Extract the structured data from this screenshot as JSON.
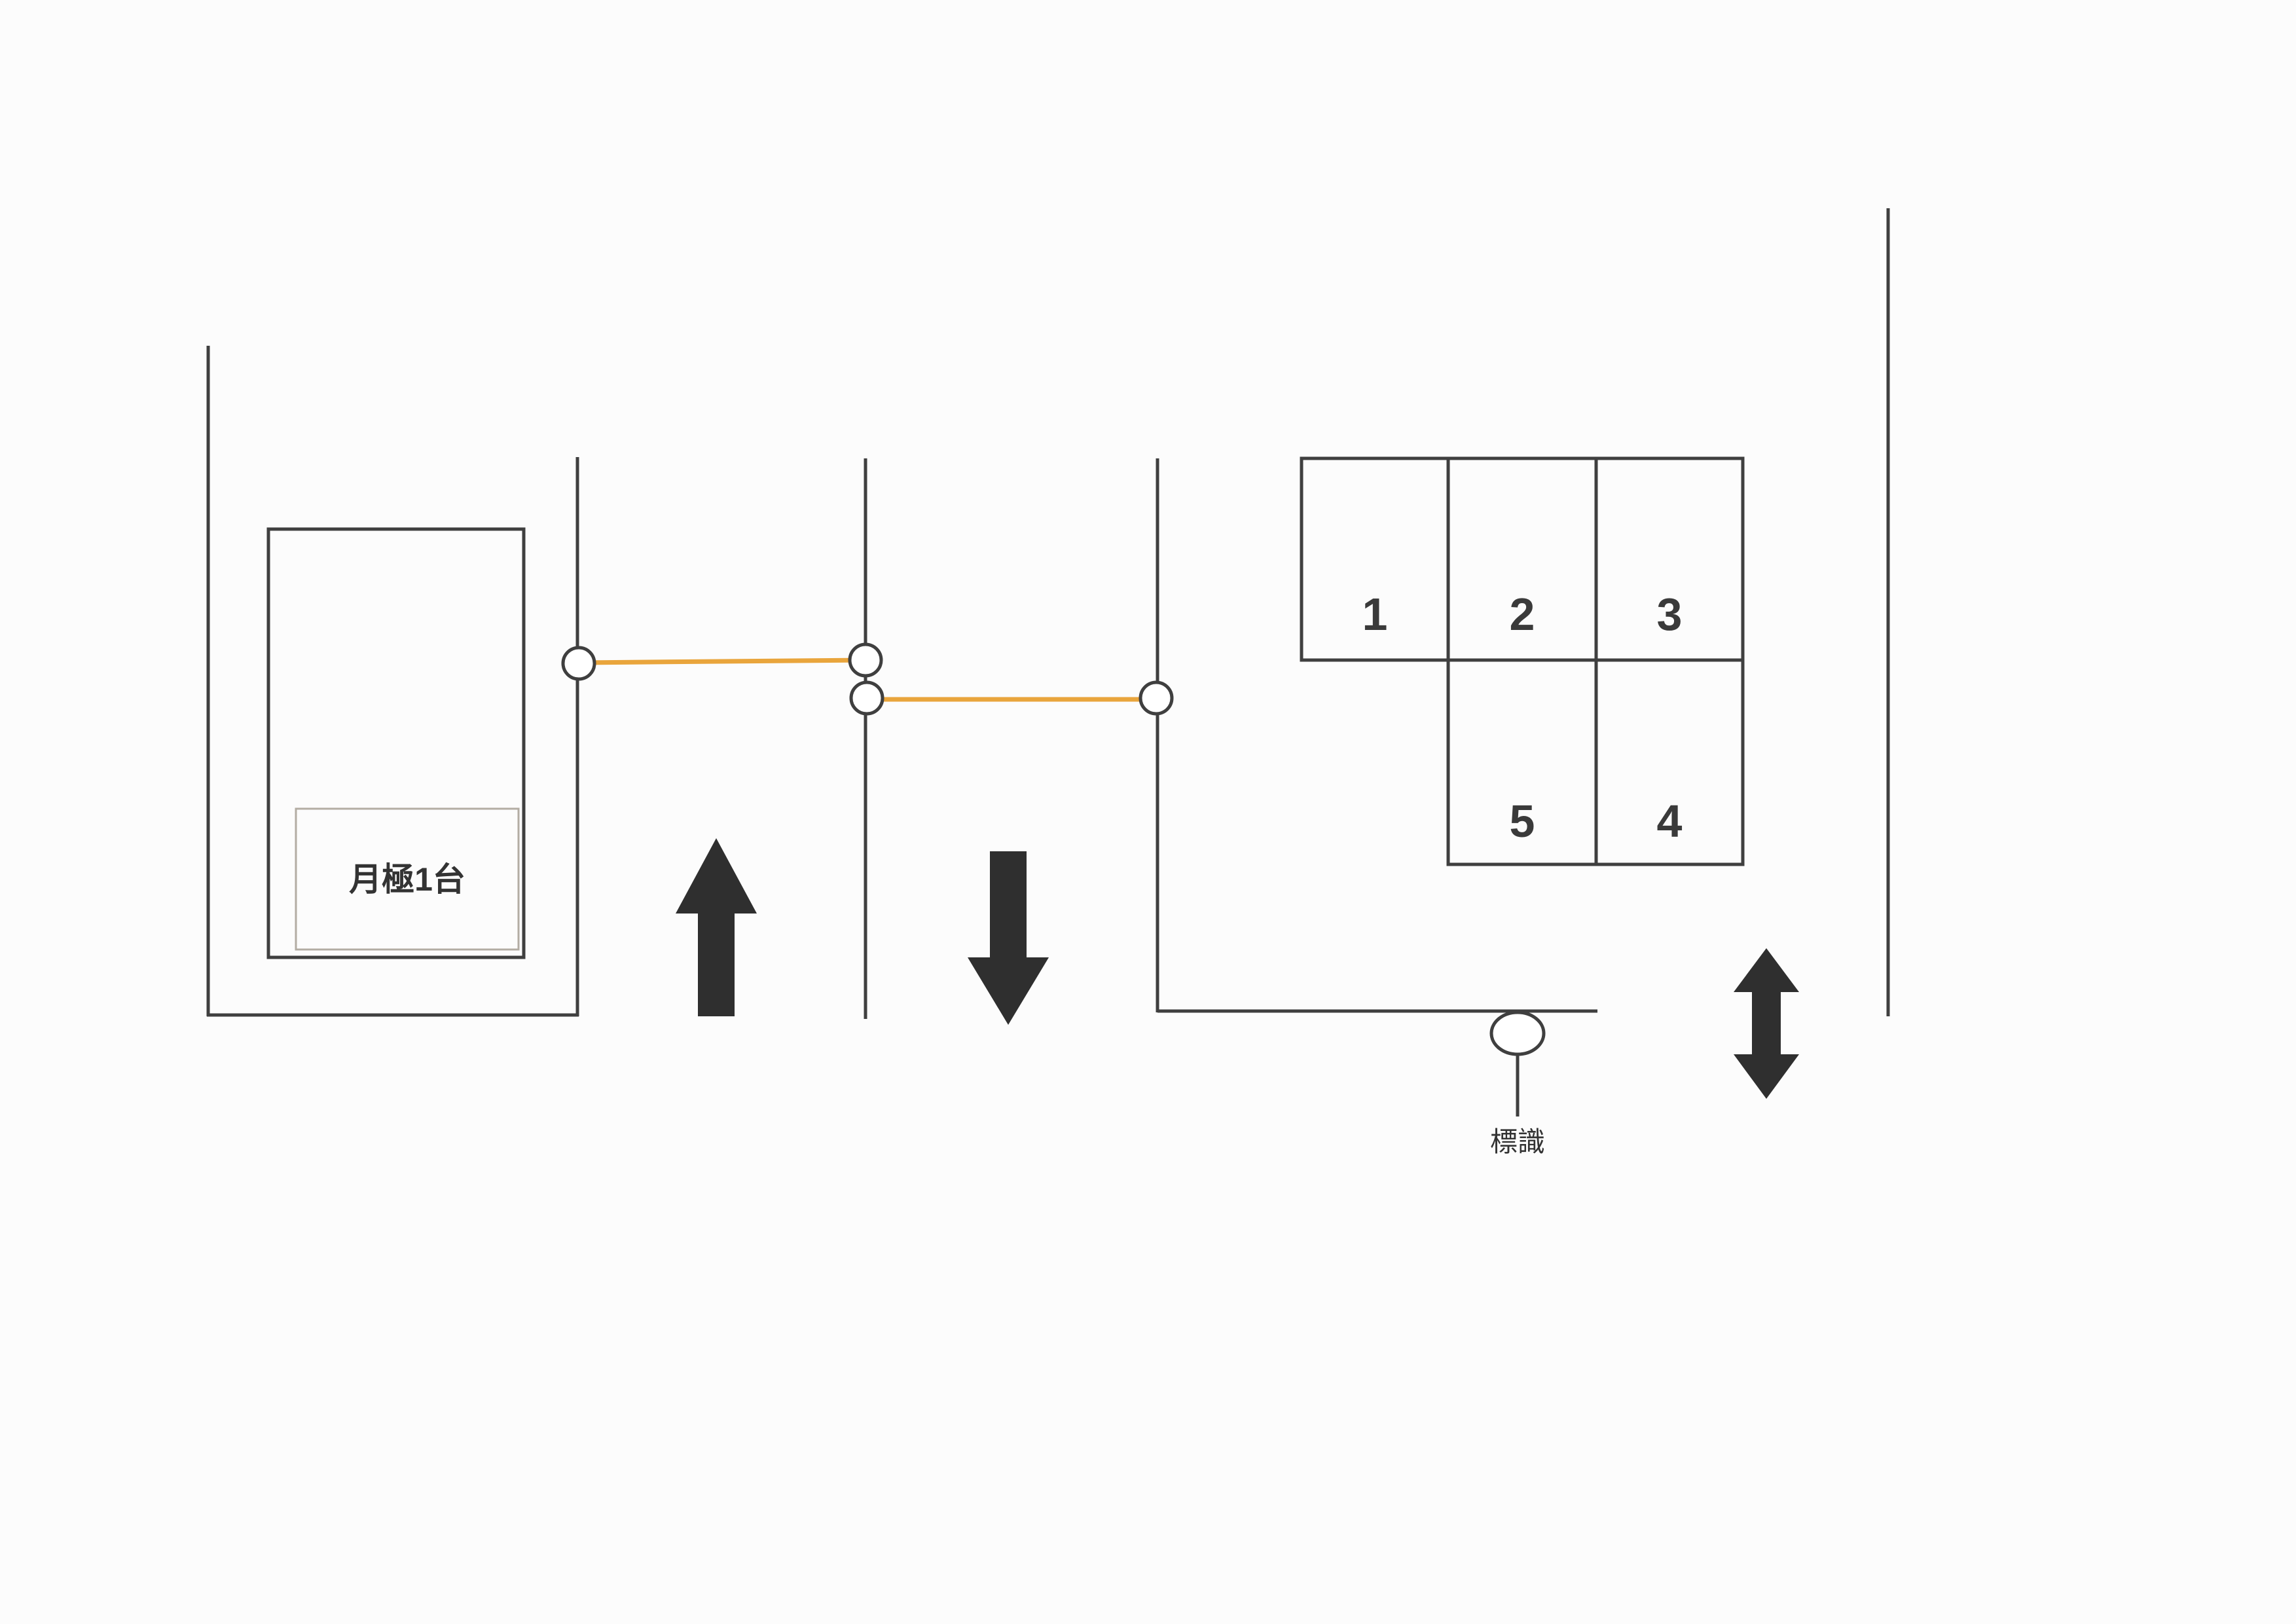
{
  "diagram": {
    "title": "parking-lot-layout",
    "monthly_space_label": "月極1台",
    "sign_label": "標識",
    "spaces": [
      {
        "label": "1"
      },
      {
        "label": "2"
      },
      {
        "label": "3"
      },
      {
        "label": "5"
      },
      {
        "label": "4"
      }
    ],
    "icons": {
      "up_arrow": "up-arrow-icon",
      "down_arrow": "down-arrow-icon",
      "double_arrow": "double-headed-arrow-icon",
      "post_circles": "post-circle-icon",
      "sign_symbol": "sign-post-icon"
    }
  },
  "colors": {
    "line": "#3f3f3f",
    "chain": "#e9a53c",
    "arrow": "#2f2f2f",
    "text": "#3a3a3a",
    "inner_frame": "#b3ada3",
    "background": "#fcfcfc"
  }
}
